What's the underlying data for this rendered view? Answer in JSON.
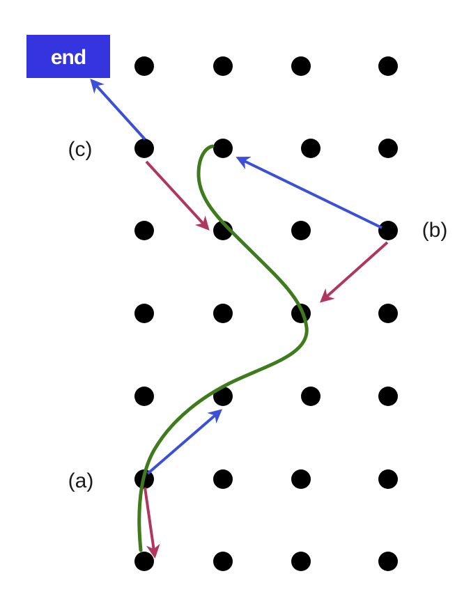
{
  "end_box": {
    "label": "end",
    "fill_color": "#3535e0"
  },
  "point_labels": {
    "a": "(a)",
    "b": "(b)",
    "c": "(c)"
  },
  "grid": {
    "rows": 7,
    "cols": 4,
    "dot_color": "#000000"
  },
  "colors": {
    "path": "#3f7a1c",
    "blue_arrow": "#3b4fd8",
    "red_arrow": "#b0365f"
  }
}
